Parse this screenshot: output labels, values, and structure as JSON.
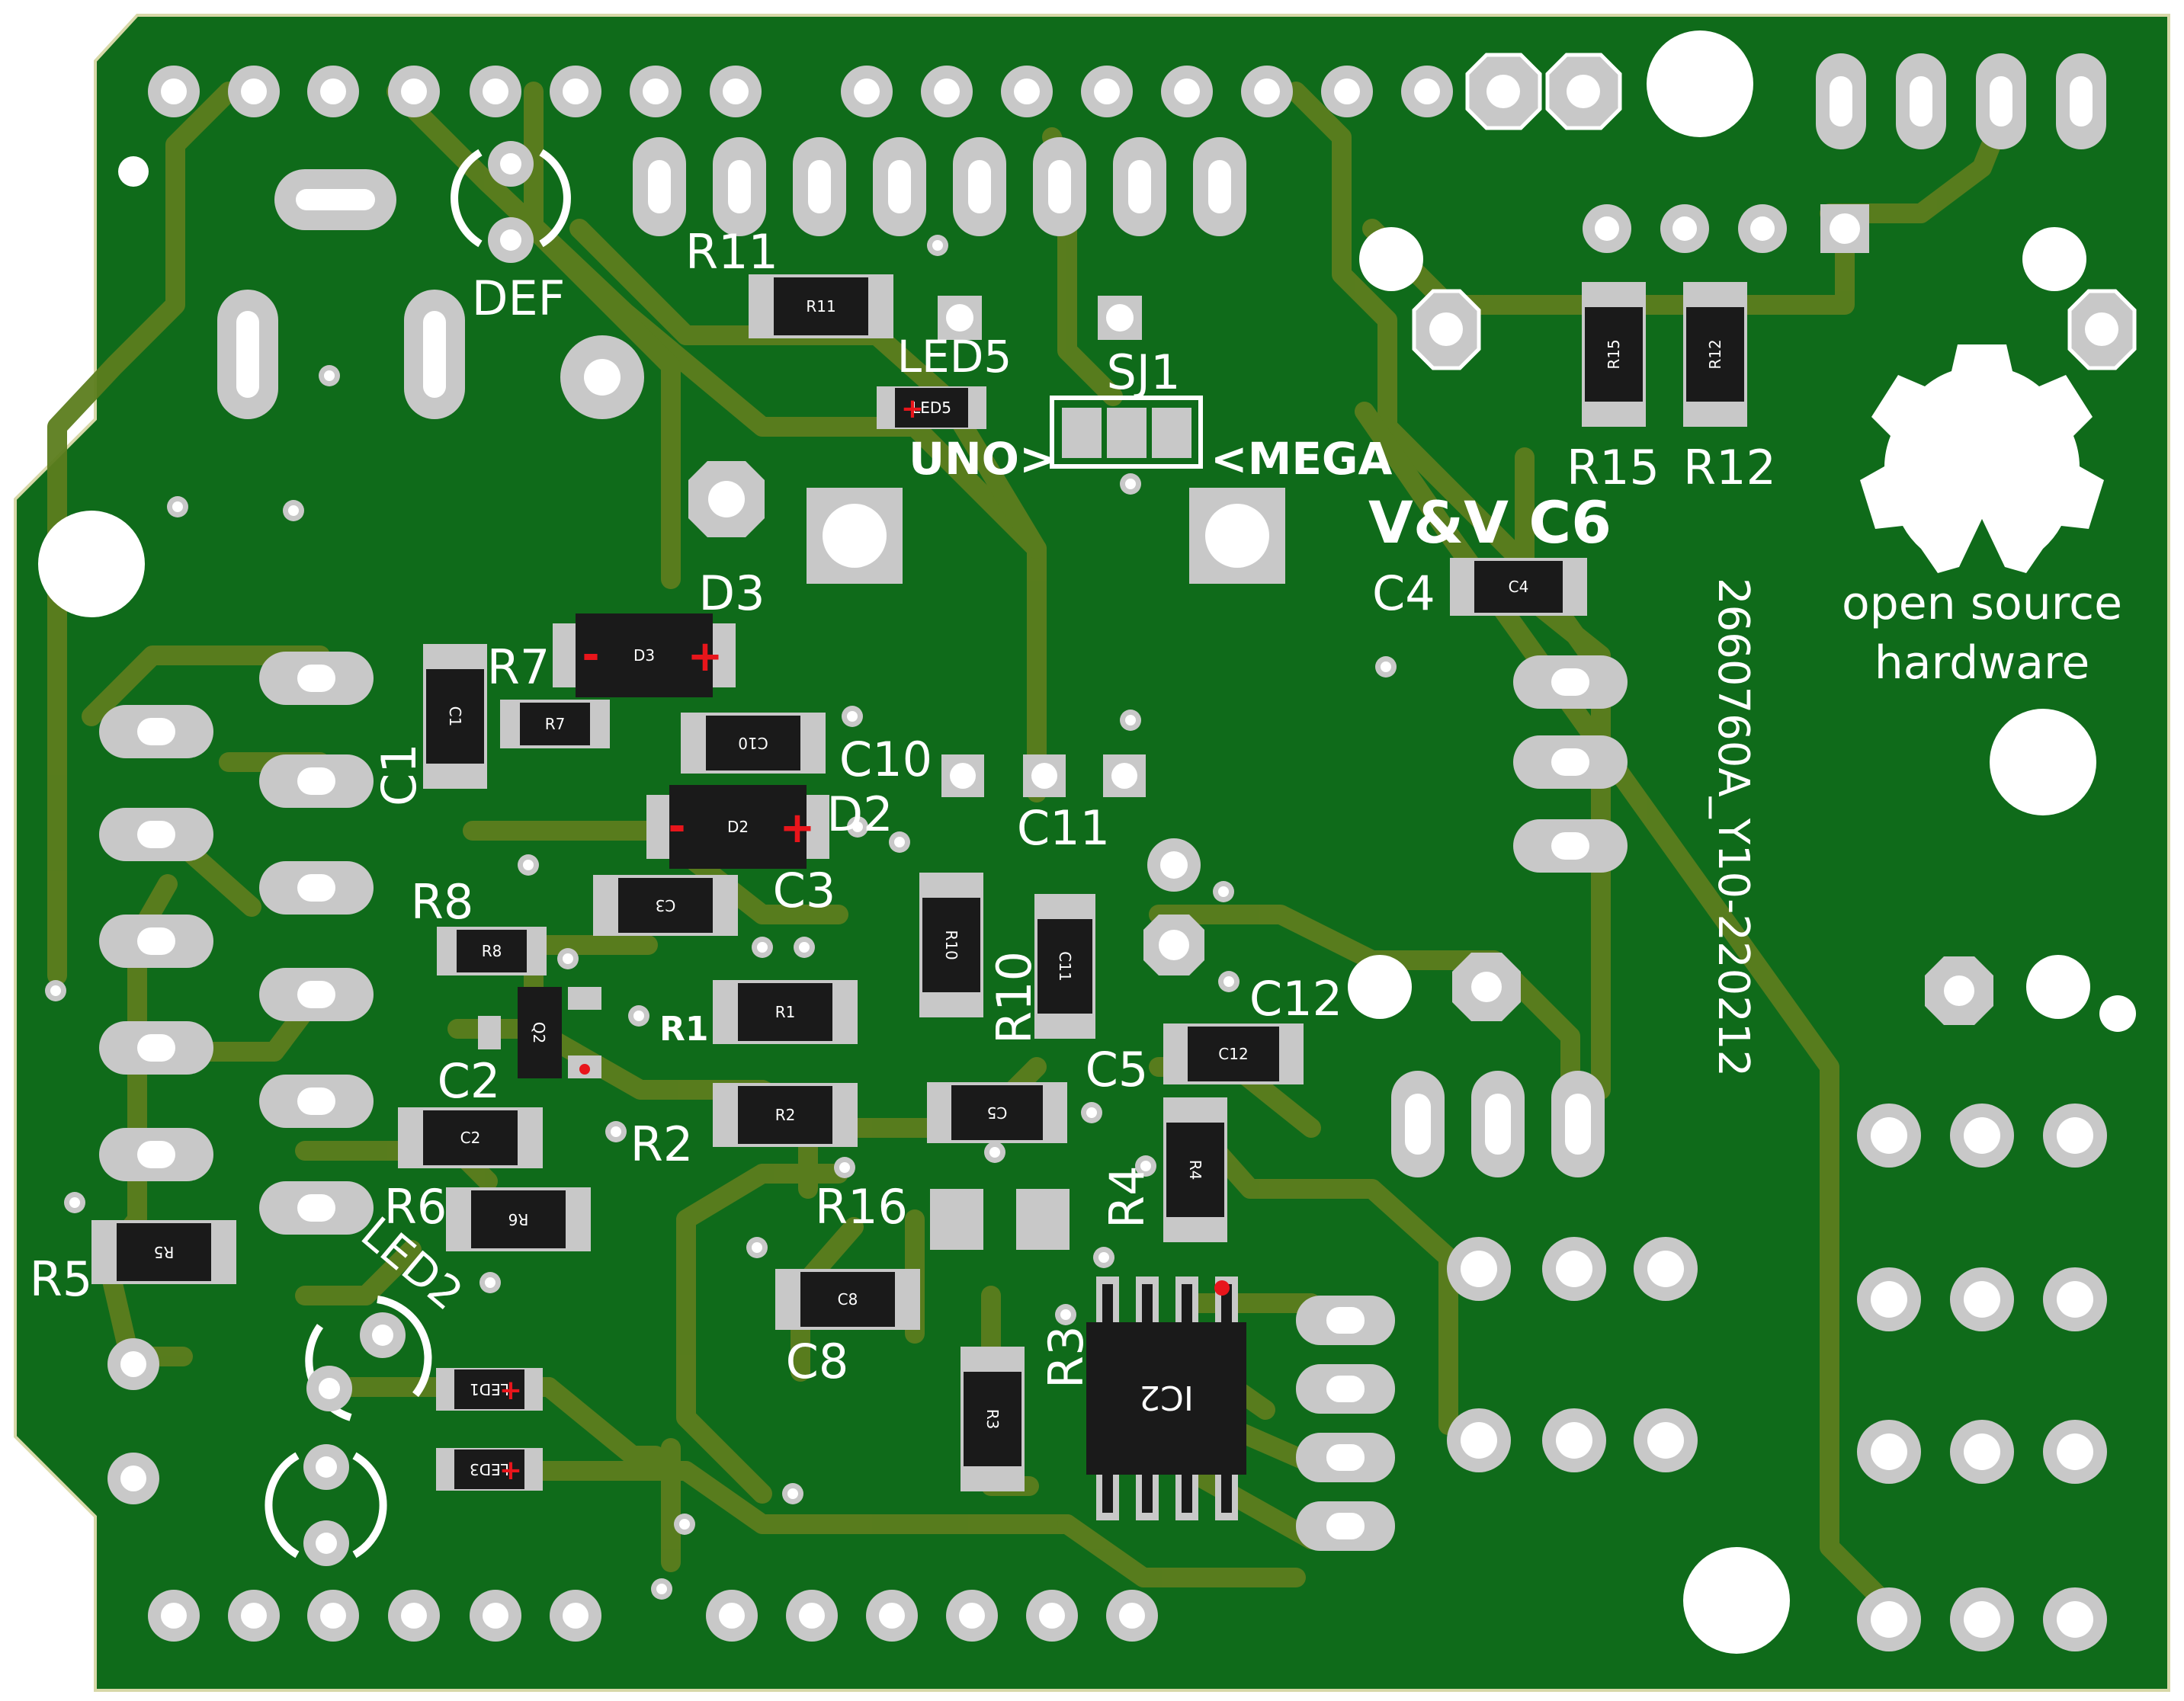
{
  "board": {
    "colors": {
      "substrate": "#0f6b1a",
      "copper_trace": "#5c7d1e",
      "pad": "#c8c8c8",
      "silkscreen": "#ffffff",
      "hole": "#ffffff",
      "component_body": "#1a1a1a",
      "polarity_mark": "#e8151b",
      "edge": "#d8d8a8"
    },
    "icons": [
      "open-source-hardware-logo-icon"
    ]
  },
  "labels": {
    "def": "DEF",
    "r11": "R11",
    "led5": "LED5",
    "sj1": "SJ1",
    "uno": "UNO>",
    "mega": "<MEGA",
    "vv": "V&V C6",
    "c4": "C4",
    "r15": "R15",
    "r12": "R12",
    "osh_line1": "open source",
    "osh_line2": "hardware",
    "board_id": "2660760A_Y10-220212",
    "d3": "D3",
    "r7": "R7",
    "c1": "C1",
    "c10": "C10",
    "d2": "D2",
    "c11": "C11",
    "r8": "R8",
    "c3": "C3",
    "r1": "R1",
    "r10": "R10",
    "c12": "C12",
    "c2": "C2",
    "c5": "C5",
    "r2": "R2",
    "r6": "R6",
    "r16": "R16",
    "r4": "R4",
    "r5": "R5",
    "led2": "LED2",
    "c8": "C8",
    "r3": "R3",
    "ic2": "IC2"
  },
  "parts": {
    "r11": "R11",
    "r15": "R15",
    "r12": "R12",
    "c4": "C4",
    "led5": "LED5",
    "d3": "D3",
    "r7": "R7",
    "c1": "C1",
    "c10": "C10",
    "d2": "D2",
    "r8": "R8",
    "c3": "C3",
    "q2": "Q2",
    "r1": "R1",
    "r10": "R10",
    "c11": "C11",
    "c12": "C12",
    "c2": "C2",
    "r2": "R2",
    "c5": "C5",
    "r4": "R4",
    "r6": "R6",
    "r5": "R5",
    "c8": "C8",
    "r3": "R3",
    "led1": "LED1",
    "led3": "LED3",
    "plus": "+",
    "minus": "-"
  }
}
